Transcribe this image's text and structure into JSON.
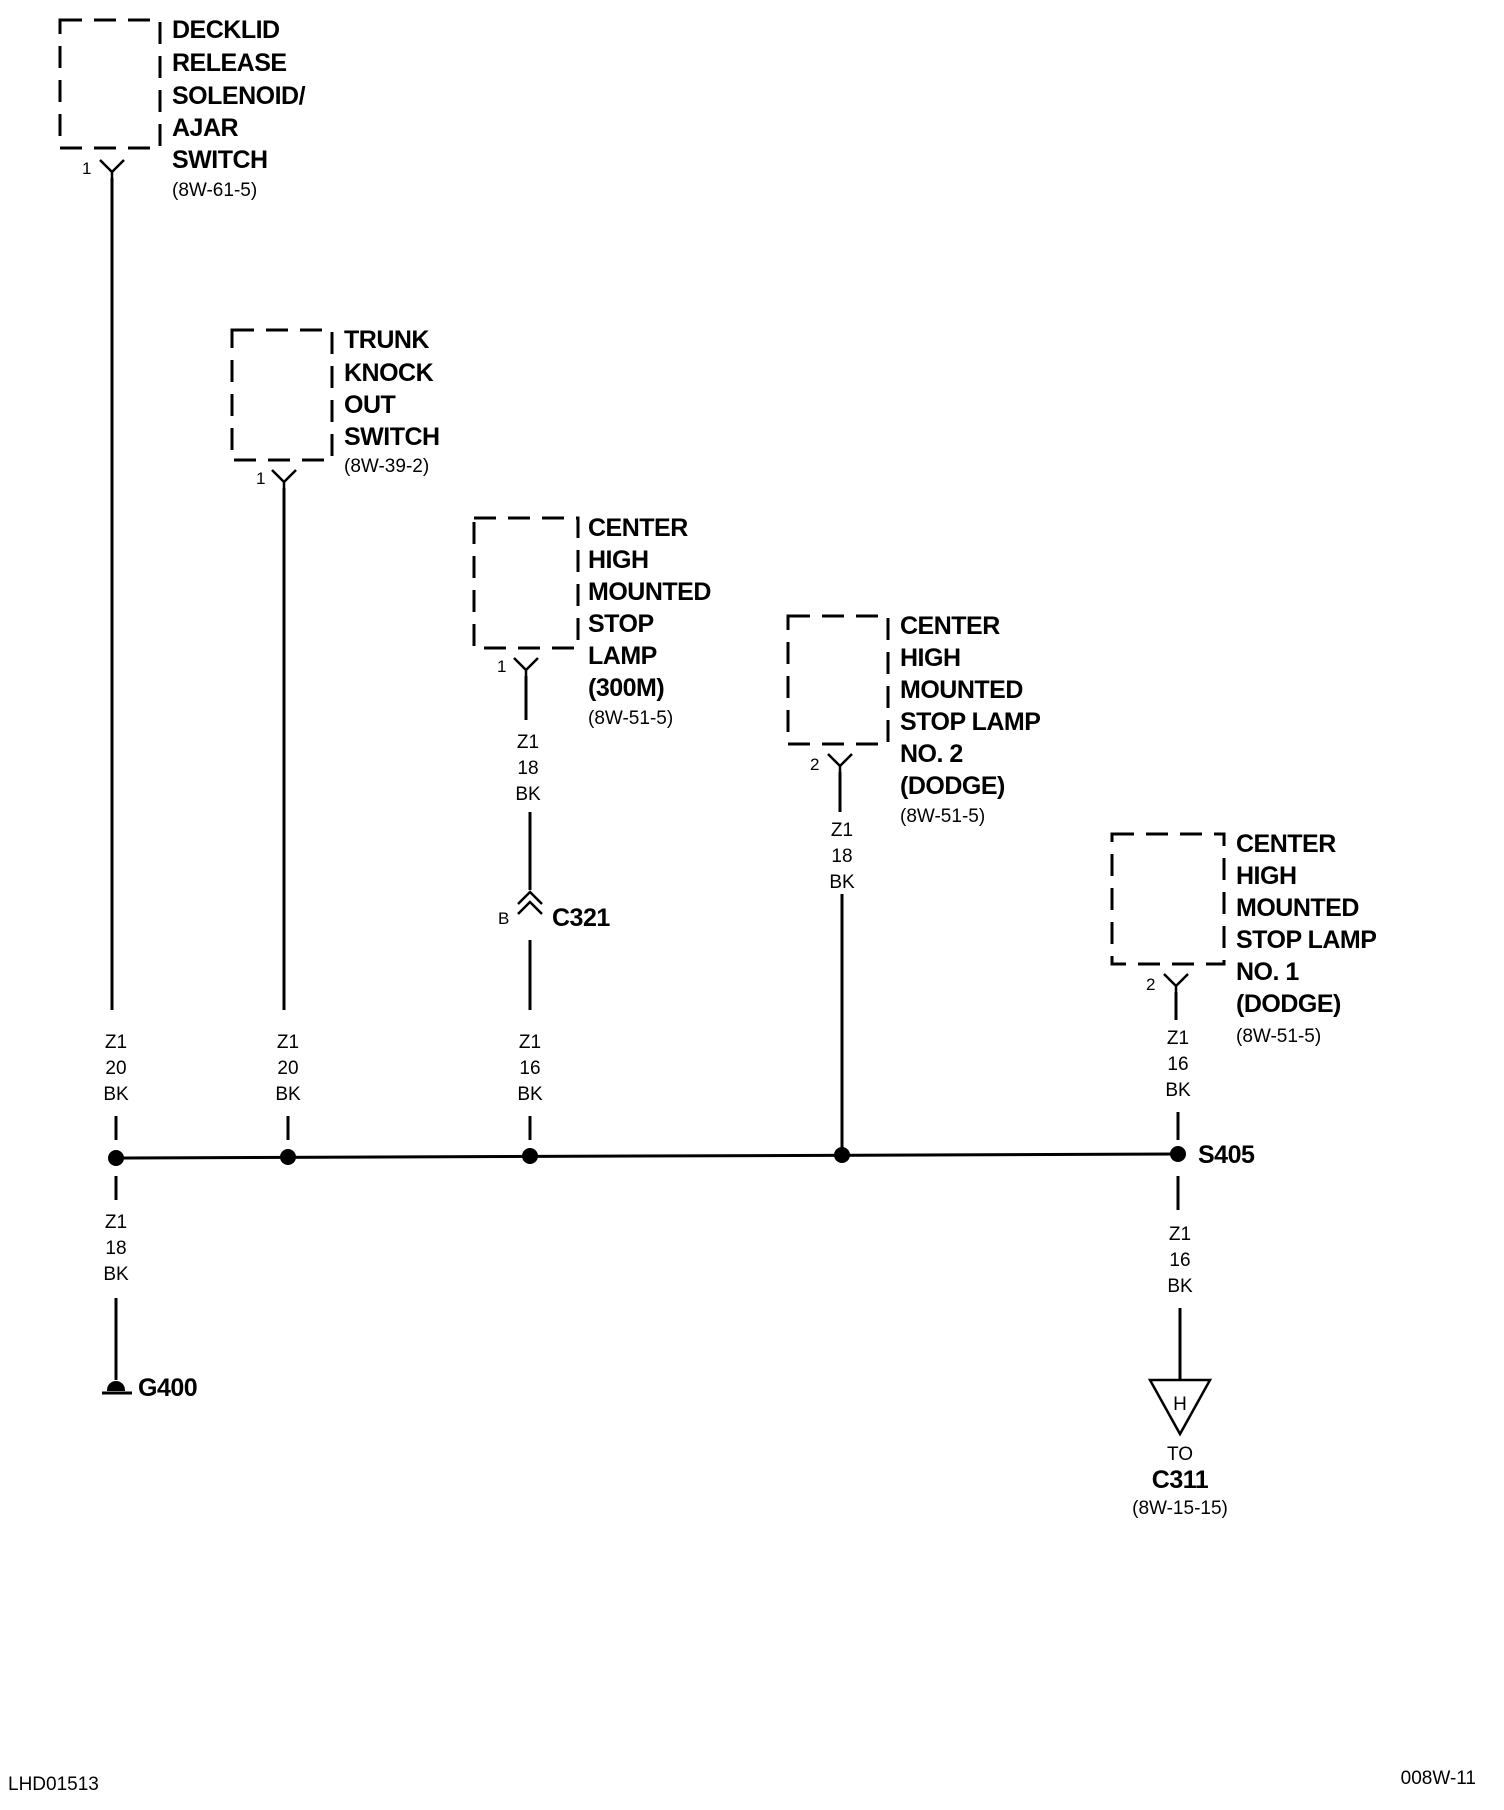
{
  "components": {
    "decklid": {
      "lines": [
        "DECKLID",
        "RELEASE",
        "SOLENOID/",
        "AJAR",
        "SWITCH"
      ],
      "ref": "(8W-61-5)",
      "pin": "1"
    },
    "trunk_knock": {
      "lines": [
        "TRUNK",
        "KNOCK",
        "OUT",
        "SWITCH"
      ],
      "ref": "(8W-39-2)",
      "pin": "1"
    },
    "chmsl_300m": {
      "lines": [
        "CENTER",
        "HIGH",
        "MOUNTED",
        "STOP",
        "LAMP",
        "(300M)"
      ],
      "ref": "(8W-51-5)",
      "pin": "1"
    },
    "chmsl_no2": {
      "lines": [
        "CENTER",
        "HIGH",
        "MOUNTED",
        "STOP LAMP",
        "NO. 2",
        "(DODGE)"
      ],
      "ref": "(8W-51-5)",
      "pin": "2"
    },
    "chmsl_no1": {
      "lines": [
        "CENTER",
        "HIGH",
        "MOUNTED",
        "STOP LAMP",
        "NO. 1",
        "(DODGE)"
      ],
      "ref": "(8W-51-5)",
      "pin": "2"
    }
  },
  "wires": {
    "decklid_up": [
      "Z1",
      "20",
      "BK"
    ],
    "trunk_up": [
      "Z1",
      "20",
      "BK"
    ],
    "chmsl_300m_top": [
      "Z1",
      "18",
      "BK"
    ],
    "chmsl_300m_bottom": [
      "Z1",
      "16",
      "BK"
    ],
    "chmsl_no2": [
      "Z1",
      "18",
      "BK"
    ],
    "chmsl_no1": [
      "Z1",
      "16",
      "BK"
    ],
    "ground": [
      "Z1",
      "18",
      "BK"
    ],
    "to_c311": [
      "Z1",
      "16",
      "BK"
    ]
  },
  "connector_c321": {
    "name": "C321",
    "pin": "B"
  },
  "splice": {
    "name": "S405"
  },
  "ground": {
    "name": "G400"
  },
  "offpage": {
    "letter": "H",
    "to": "TO",
    "connector": "C311",
    "ref": "(8W-15-15)"
  },
  "footer": {
    "left": "LHD01513",
    "right": "008W-11"
  }
}
